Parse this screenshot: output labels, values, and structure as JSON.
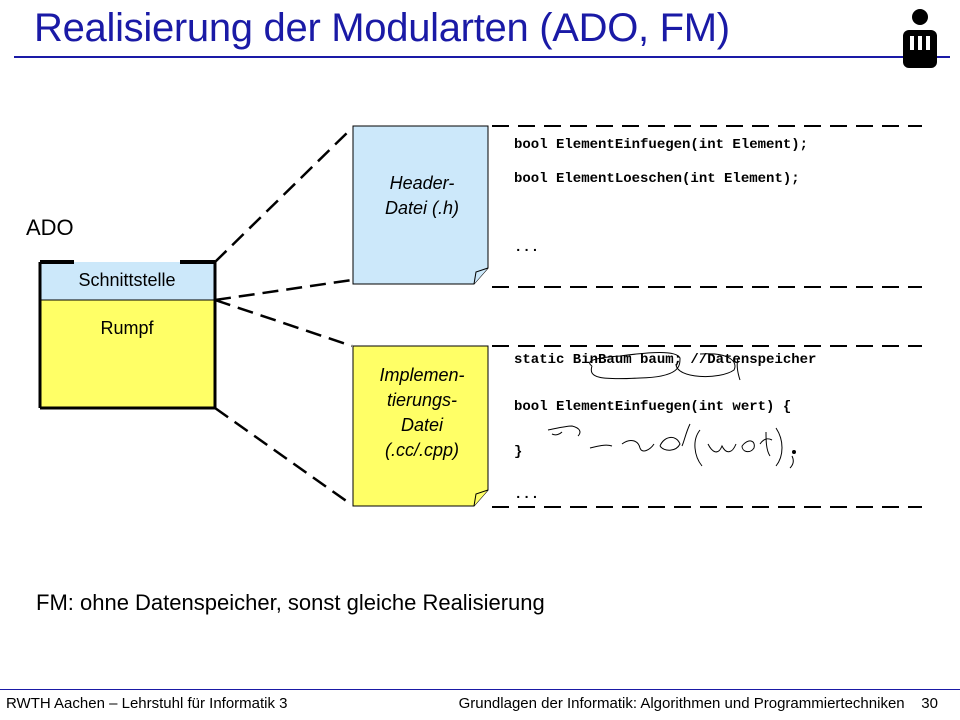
{
  "title": "Realisierung der Modularten (ADO, FM)",
  "ado_label": "ADO",
  "module": {
    "interface_label": "Schnittstelle",
    "body_label": "Rumpf"
  },
  "header_doc": {
    "label": "Header-\nDatei (.h)",
    "code": [
      "bool ElementEinfuegen(int Element);",
      "bool ElementLoeschen(int Element);",
      "..."
    ]
  },
  "impl_doc": {
    "label": "Implemen-\ntierungs-\nDatei\n(.cc/.cpp)",
    "code": [
      "static BinBaum baum; //Datenspeicher",
      "bool ElementEinfuegen(int wert) {",
      "}",
      "..."
    ]
  },
  "fm_note": "FM: ohne Datenspeicher, sonst gleiche Realisierung",
  "footer": {
    "left": "RWTH Aachen – Lehrstuhl für Informatik 3",
    "right": "Grundlagen der Informatik: Algorithmen und Programmiertechniken    30"
  },
  "colors": {
    "title": "#1a1aa6",
    "interface_fill": "#cce8fa",
    "body_fill": "#ffff66",
    "header_doc_fill": "#cce8fa",
    "impl_doc_fill": "#ffff66"
  },
  "icons": [
    "rwth-informatik-logo-icon"
  ]
}
